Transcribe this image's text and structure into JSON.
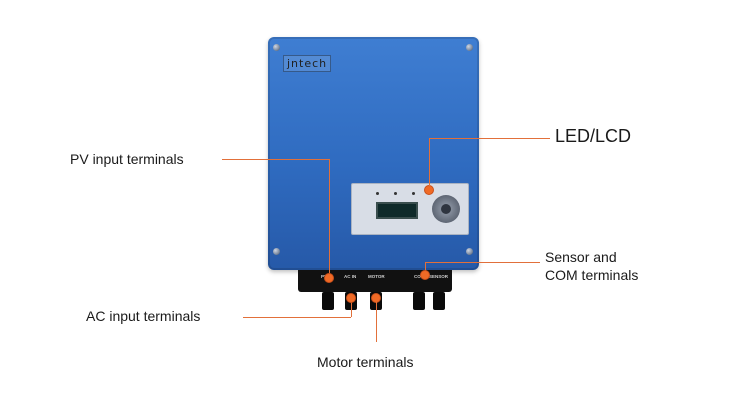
{
  "device": {
    "brand": "jntech",
    "terminal_labels": [
      "PV",
      "AC IN",
      "MOTOR",
      "COM",
      "SENSOR"
    ]
  },
  "callouts": {
    "led_lcd": "LED/LCD",
    "pv_input": "PV input terminals",
    "sensor_com_line1": "Sensor and",
    "sensor_com_line2": "COM terminals",
    "ac_input": "AC input terminals",
    "motor": "Motor terminals"
  },
  "colors": {
    "device_blue": "#2f6bc0",
    "callout_orange": "#f06a26",
    "callout_line": "#e2703a"
  }
}
